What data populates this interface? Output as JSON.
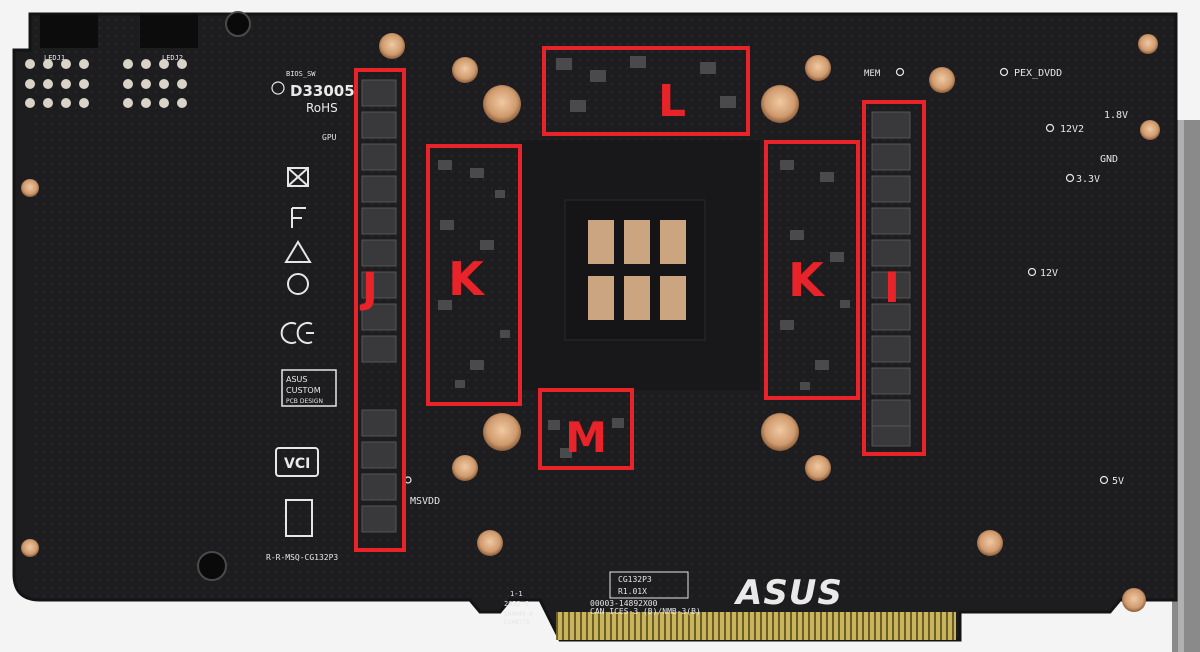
{
  "image": {
    "description": "Back side of a graphics card PCB with red boxes marking component areas",
    "colors": {
      "pcb": "#1d1d20",
      "pcb_edge": "#141416",
      "copper": "#d7a57b",
      "gold_finger": "#c9b45a",
      "highlight": "#e8232a",
      "silk": "#e9e9e9",
      "bracket": "#8a8a8a"
    },
    "callouts": [
      {
        "id": "J",
        "label": "J"
      },
      {
        "id": "K1",
        "label": "K"
      },
      {
        "id": "L",
        "label": "L"
      },
      {
        "id": "M",
        "label": "M"
      },
      {
        "id": "K2",
        "label": "K"
      },
      {
        "id": "I",
        "label": "I"
      }
    ],
    "silkscreen": {
      "brand": "ASUS",
      "custom_design": [
        "ASUS",
        "CUSTOM",
        "PCB DESIGN"
      ],
      "board_label": [
        "CG132P3",
        "R1.01X"
      ],
      "part_number": "00003-14892X00",
      "compliance": "CAN ICES-3 (B)/NMB-3(B)",
      "rohs": "RoHS",
      "board_id": "D33005",
      "bios": "BIOS_SW",
      "gpu": "GPU",
      "msvdd": "MSVDD",
      "mem": "MEM",
      "pex": "PEX_DVDD",
      "v1_8": "1.8V",
      "v12_2": "12V2",
      "gnd": "GND",
      "v3_3": "3.3V",
      "v12": "12V",
      "v5": "5V",
      "bottom_code": "R-R-MSQ-CG132P3",
      "led1": "LEDJ1",
      "led2": "LEDJ2",
      "ul_mark": "E248779",
      "ul_code": "SH494V-0",
      "rev": "1-1",
      "date": "2032-1"
    }
  }
}
